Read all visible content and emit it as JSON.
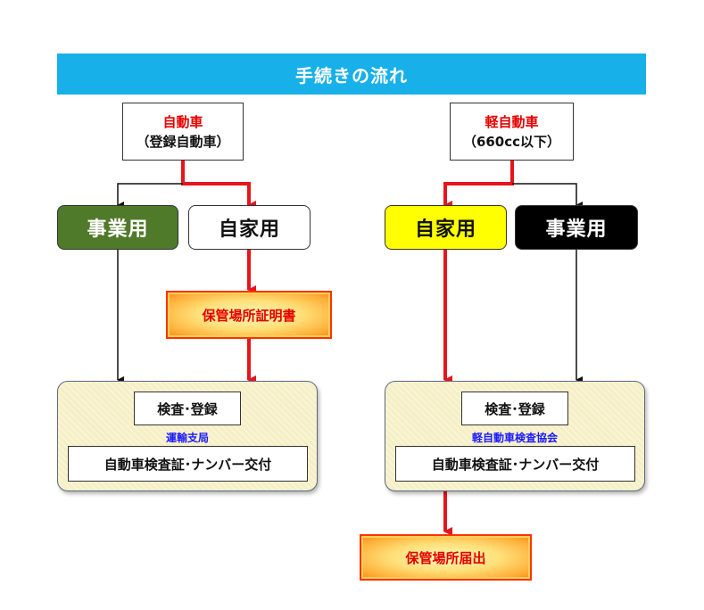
{
  "title": "手続きの流れ",
  "left": {
    "source_line1": "自動車",
    "source_line2": "（登録自動車）",
    "commercial": "事業用",
    "private": "自家用",
    "certificate": "保管場所証明書",
    "inspection": "検査･登録",
    "organization": "運輸支局",
    "issuance": "自動車検査証･ナンバー交付"
  },
  "right": {
    "source_line1": "軽自動車",
    "source_line2": "（660cc以下）",
    "private": "自家用",
    "commercial": "事業用",
    "inspection": "検査･登録",
    "organization": "軽自動車検査協会",
    "issuance": "自動車検査証･ナンバー交付",
    "notification": "保管場所届出"
  },
  "colors": {
    "title_bg": "#17b0e8",
    "arrow_red": "#e8141c",
    "left_commercial_bg": "#4f7a2a",
    "right_private_bg": "#ffff00",
    "right_commercial_bg": "#000000",
    "org_text": "#1a1aff"
  }
}
